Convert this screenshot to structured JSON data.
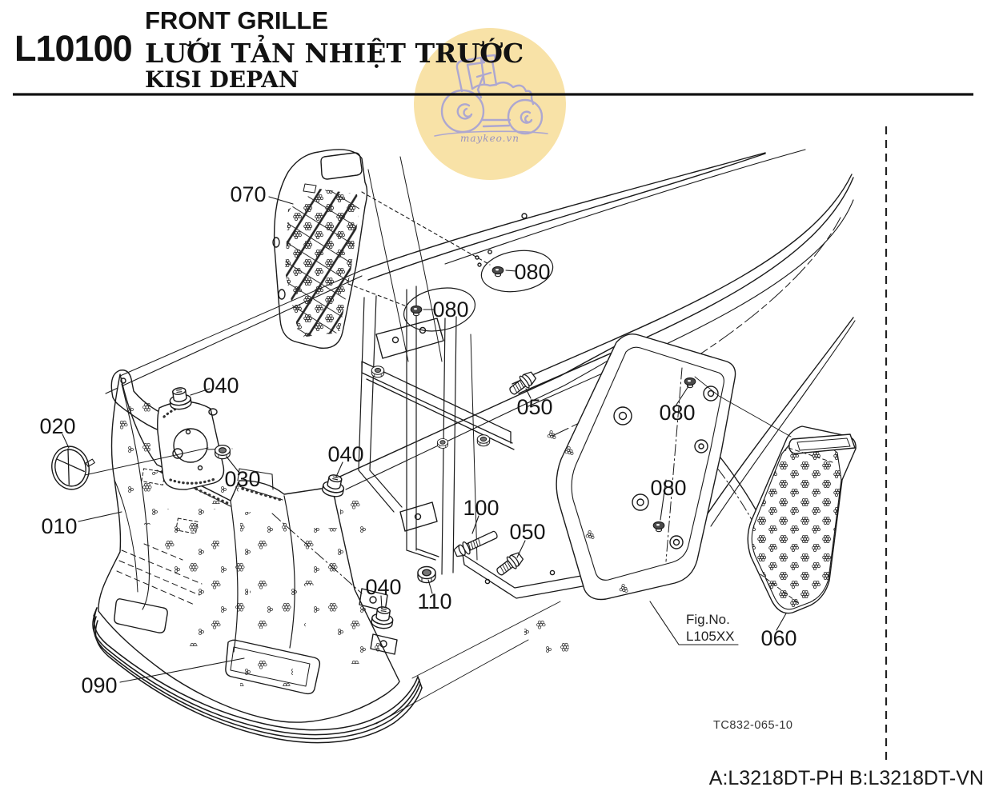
{
  "header": {
    "code": "L10100",
    "title_en": "FRONT GRILLE",
    "title_vi": "LƯỚI TẢN NHIỆT TRƯỚC",
    "title_id": "KISI DEPAN"
  },
  "watermark": {
    "site": "maykeo.vn",
    "circle_color": "#F8E2A7",
    "line_color": "#A9A4D3"
  },
  "callouts": [
    {
      "label": "070"
    },
    {
      "label": "080"
    },
    {
      "label": "080"
    },
    {
      "label": "040"
    },
    {
      "label": "020"
    },
    {
      "label": "030"
    },
    {
      "label": "010"
    },
    {
      "label": "040"
    },
    {
      "label": "050"
    },
    {
      "label": "080"
    },
    {
      "label": "080"
    },
    {
      "label": "100"
    },
    {
      "label": "050"
    },
    {
      "label": "110"
    },
    {
      "label": "040"
    },
    {
      "label": "090"
    },
    {
      "label": "060"
    }
  ],
  "figure_ref": {
    "label": "Fig.No.",
    "value": "L105XX"
  },
  "drawing_number": "TC832-065-10",
  "footer": {
    "models": "A:L3218DT-PH B:L3218DT-VN"
  }
}
